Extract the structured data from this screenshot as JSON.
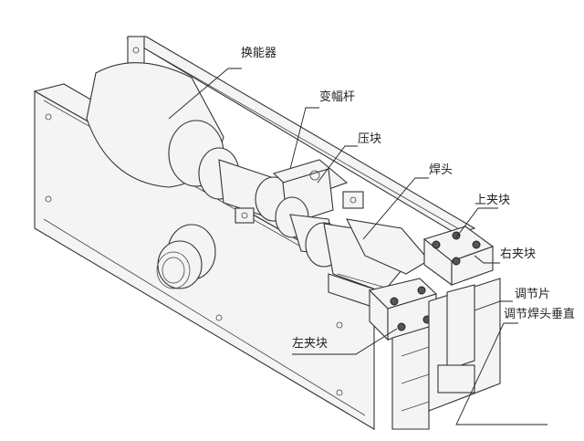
{
  "labels": {
    "transducer": "换能器",
    "booster": "变幅杆",
    "press_block": "压块",
    "weld_head": "焊头",
    "upper_clamp": "上夹块",
    "right_clamp": "右夹块",
    "adjust_plate": "调节片",
    "adjust_vertical": "调节焊头垂直",
    "left_clamp": "左夹块"
  }
}
